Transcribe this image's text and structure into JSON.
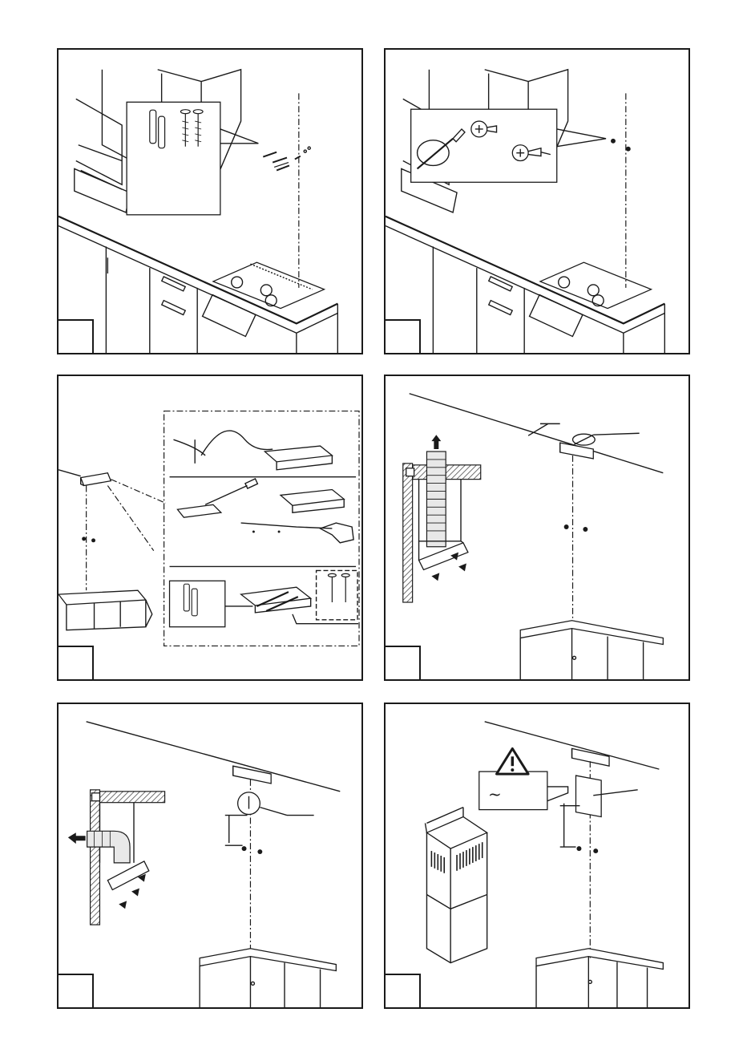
{
  "panels": [
    {
      "id": "p1",
      "step": ""
    },
    {
      "id": "p2",
      "step": ""
    },
    {
      "id": "p3",
      "step": ""
    },
    {
      "id": "p4",
      "step": ""
    },
    {
      "id": "p5",
      "step": ""
    },
    {
      "id": "p6",
      "step": ""
    }
  ],
  "panel6": {
    "warning_icon": "warning-triangle-icon",
    "callout_symbol": "~"
  }
}
